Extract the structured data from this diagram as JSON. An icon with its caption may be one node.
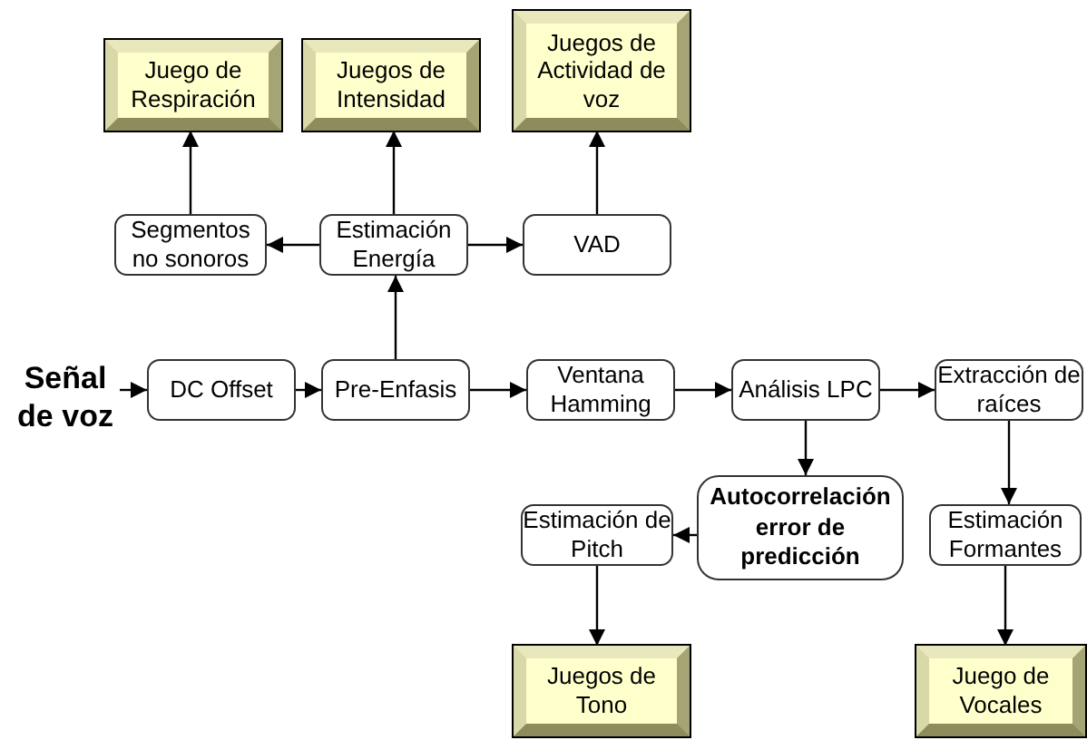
{
  "diagram": {
    "nodes": [
      {
        "text": [
          "Juego de Respiración"
        ]
      },
      {
        "text": [
          "Juegos de Intensidad"
        ]
      },
      {
        "text": [
          "Juegos de Actividad de voz"
        ]
      },
      {
        "text": [
          "Segmentos no sonoros"
        ]
      },
      {
        "text": [
          "Estimación Energía"
        ]
      },
      {
        "text": [
          "VAD"
        ]
      },
      {
        "text": [
          "Señal de voz"
        ]
      },
      {
        "text": [
          "DC Offset"
        ]
      },
      {
        "text": [
          "Pre-Enfasis"
        ]
      },
      {
        "text": [
          "Ventana Hamming"
        ]
      },
      {
        "text": [
          "Análisis LPC"
        ]
      },
      {
        "text": [
          "Extracción de raíces"
        ]
      },
      {
        "text": [
          "Autocorrelación error de predicción"
        ]
      },
      {
        "text": [
          "Estimación de Pitch"
        ]
      },
      {
        "text": [
          "Estimación Formantes"
        ]
      },
      {
        "text": [
          "Juegos de Tono"
        ]
      },
      {
        "text": [
          "Juego de Vocales"
        ]
      }
    ],
    "edges": [
      {
        "from": 6,
        "to": 7,
        "arrow": "to"
      },
      {
        "from": 7,
        "to": 8,
        "arrow": "to"
      },
      {
        "from": 8,
        "to": 4,
        "arrow": "to"
      },
      {
        "from": 8,
        "to": 9,
        "arrow": "to"
      },
      {
        "from": 9,
        "to": 10,
        "arrow": "to"
      },
      {
        "from": 10,
        "to": 11,
        "arrow": "to"
      },
      {
        "from": 4,
        "to": 3,
        "arrow": "to"
      },
      {
        "from": 4,
        "to": 5,
        "arrow": "to"
      },
      {
        "from": 3,
        "to": 0,
        "arrow": "to"
      },
      {
        "from": 4,
        "to": 1,
        "arrow": "to"
      },
      {
        "from": 5,
        "to": 2,
        "arrow": "to"
      },
      {
        "from": 10,
        "to": 12,
        "arrow": "to"
      },
      {
        "from": 11,
        "to": 14,
        "arrow": "to"
      },
      {
        "from": 12,
        "to": 13,
        "arrow": "to"
      },
      {
        "from": 13,
        "to": 15,
        "arrow": "to"
      },
      {
        "from": 14,
        "to": 16,
        "arrow": "to"
      }
    ]
  }
}
